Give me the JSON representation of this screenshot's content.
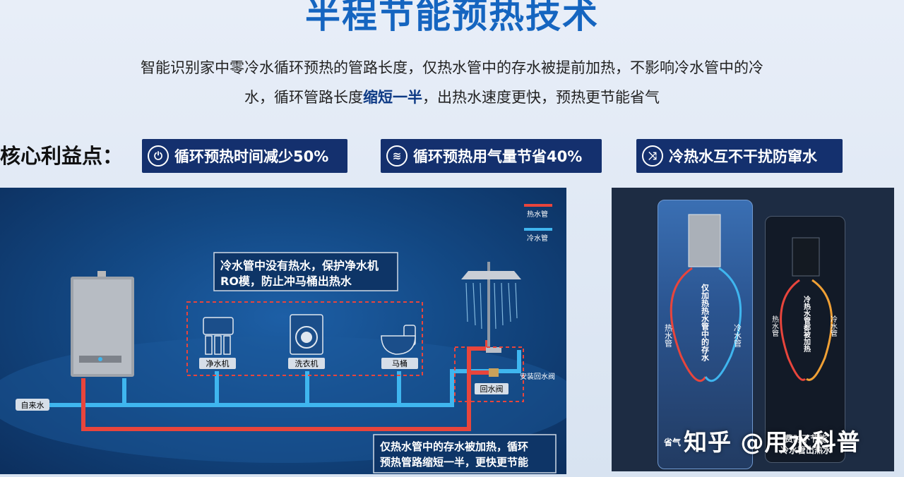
{
  "header": {
    "title": "半程节能预热技术",
    "desc_line1": "智能识别家中零冷水循环预热的管路长度，仅热水管中的存水被提前加热，不影响冷水管中的冷",
    "desc_line2_pre": "水，循环管路长度",
    "desc_line2_bold": "缩短一半",
    "desc_line2_post": "，出热水速度更快，预热更节能省气"
  },
  "benefits": {
    "label": "核心利益点：",
    "items": [
      {
        "icon": "timer-icon",
        "text": "循环预热时间减少50%"
      },
      {
        "icon": "gas-flow-icon",
        "text": "循环预热用气量节省40%"
      },
      {
        "icon": "no-interference-icon",
        "text": "冷热水互不干扰防窜水"
      }
    ]
  },
  "diagram": {
    "legend_hot": "热水管",
    "legend_cold": "冷水管",
    "callout_top_line1": "冷水管中没有热水，保护净水机",
    "callout_top_line2": "RO模，防止冲马桶出热水",
    "appliances": [
      "净水机",
      "洗衣机",
      "马桶"
    ],
    "inlet_label": "自来水",
    "valve_label": "回水阀",
    "valve_note": "安装回水阀",
    "callout_bottom_line1": "仅热水管中的存水被加热，循环",
    "callout_bottom_line2": "预热管路缩短一半，更快更节能",
    "colors": {
      "hot": "#e8453c",
      "cold": "#3fb6ef"
    }
  },
  "compare": {
    "card1_hot": "热水管",
    "card1_cold": "冷水管",
    "card1_center": "仅加热热水管中的存水",
    "card1_bottom": "省气",
    "card2_hot": "热水管",
    "card2_cold": "冷水管",
    "card2_center": "冷热水管都被加热",
    "card2_bottom1": "费时不节能",
    "card2_bottom2": "冷水管出热水"
  },
  "watermark": "知乎 @用水科普"
}
